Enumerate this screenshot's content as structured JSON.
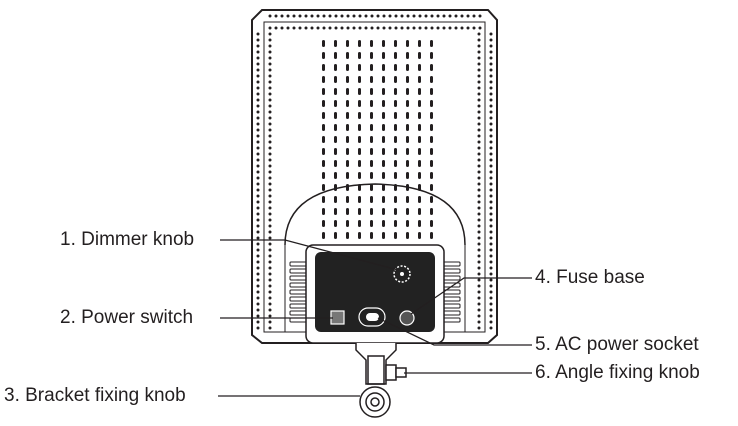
{
  "diagram": {
    "callouts": [
      {
        "id": "dimmer-knob",
        "label": "1. Dimmer knob"
      },
      {
        "id": "power-switch",
        "label": "2. Power switch"
      },
      {
        "id": "bracket-fixing-knob",
        "label": "3. Bracket fixing knob"
      },
      {
        "id": "fuse-base",
        "label": "4. Fuse base"
      },
      {
        "id": "ac-power-socket",
        "label": "5. AC power socket"
      },
      {
        "id": "angle-fixing-knob",
        "label": "6. Angle fixing knob"
      }
    ],
    "colors": {
      "stroke": "#231f20",
      "panel": "#222222",
      "background": "#ffffff"
    }
  }
}
